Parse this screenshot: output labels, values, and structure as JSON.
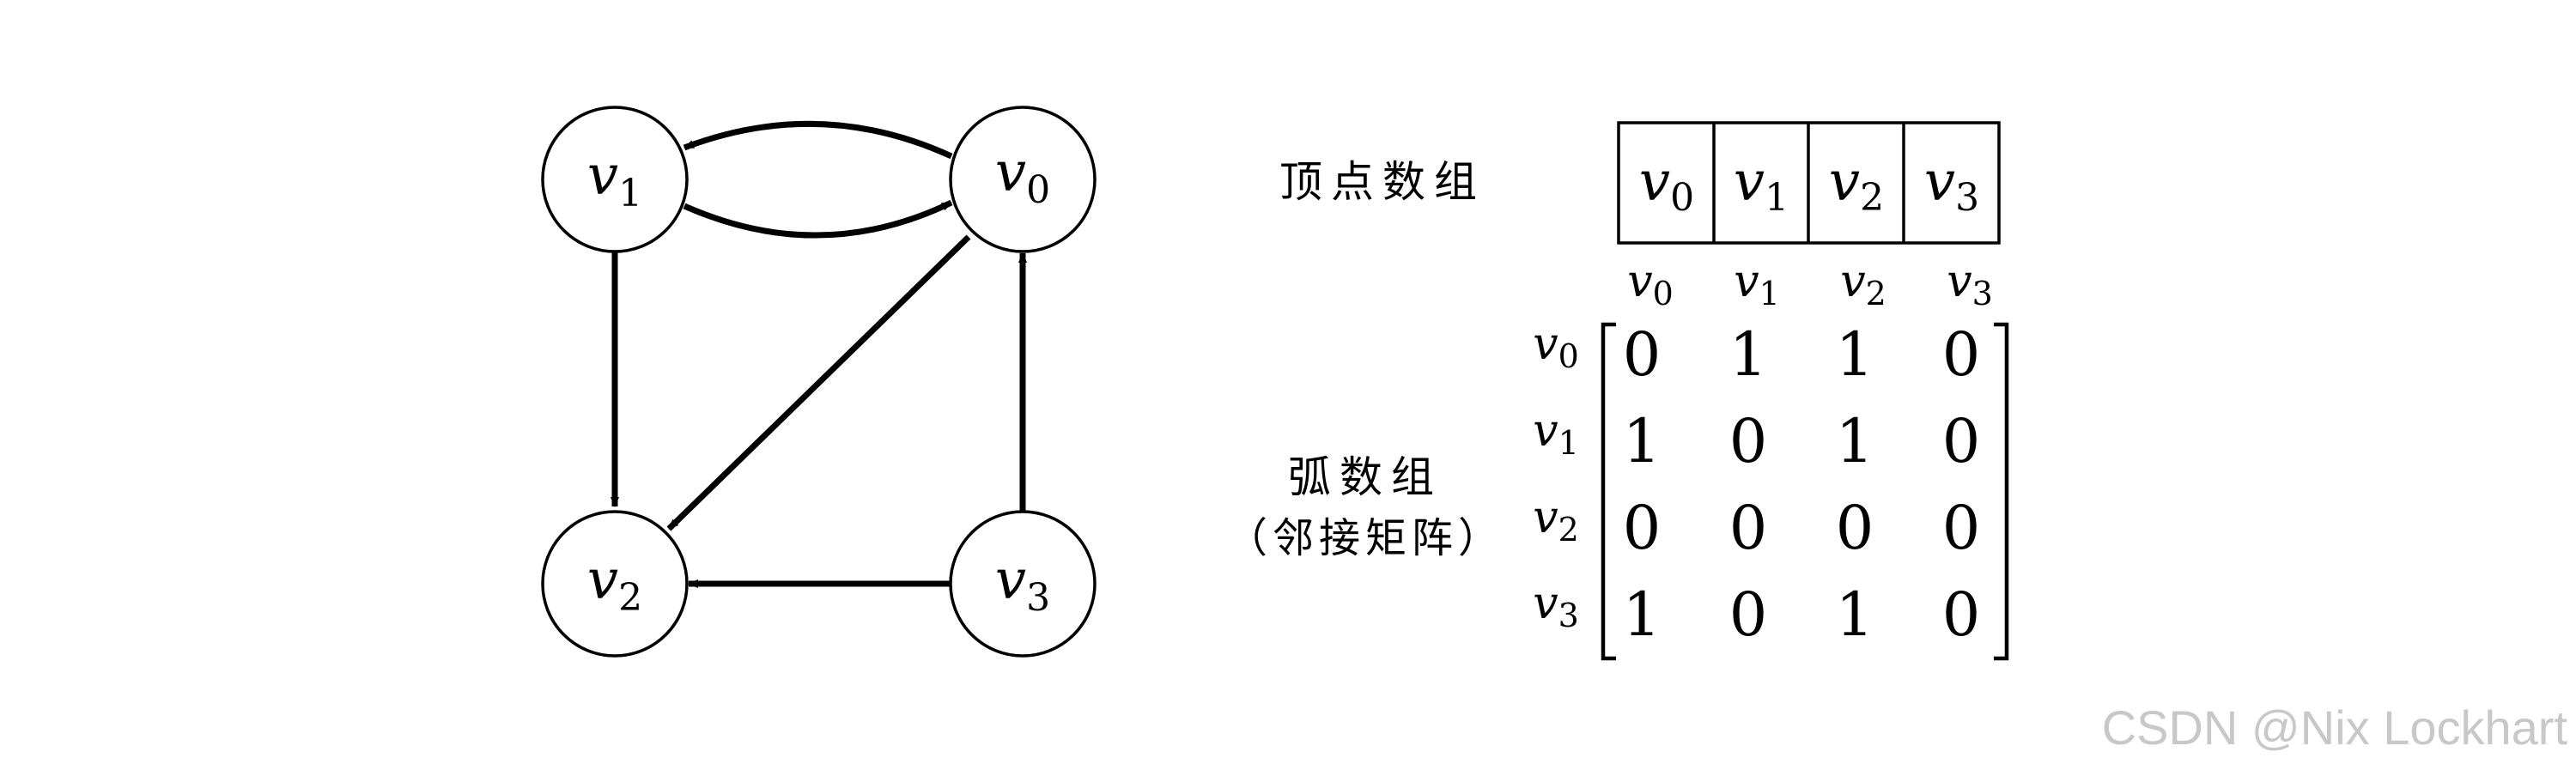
{
  "graph": {
    "vertices": [
      {
        "id": "v0",
        "base": "v",
        "sub": "0"
      },
      {
        "id": "v1",
        "base": "v",
        "sub": "1"
      },
      {
        "id": "v2",
        "base": "v",
        "sub": "2"
      },
      {
        "id": "v3",
        "base": "v",
        "sub": "3"
      }
    ],
    "edges": [
      {
        "from": "v0",
        "to": "v1"
      },
      {
        "from": "v0",
        "to": "v2"
      },
      {
        "from": "v1",
        "to": "v0"
      },
      {
        "from": "v1",
        "to": "v2"
      },
      {
        "from": "v3",
        "to": "v0"
      },
      {
        "from": "v3",
        "to": "v2"
      }
    ]
  },
  "vertex_array": {
    "label": "顶点数组",
    "cells": [
      {
        "base": "v",
        "sub": "0"
      },
      {
        "base": "v",
        "sub": "1"
      },
      {
        "base": "v",
        "sub": "2"
      },
      {
        "base": "v",
        "sub": "3"
      }
    ]
  },
  "arc_array": {
    "label_line1": "弧数组",
    "label_line2": "（邻接矩阵）",
    "col_headers": [
      {
        "base": "v",
        "sub": "0"
      },
      {
        "base": "v",
        "sub": "1"
      },
      {
        "base": "v",
        "sub": "2"
      },
      {
        "base": "v",
        "sub": "3"
      }
    ],
    "row_headers": [
      {
        "base": "v",
        "sub": "0"
      },
      {
        "base": "v",
        "sub": "1"
      },
      {
        "base": "v",
        "sub": "2"
      },
      {
        "base": "v",
        "sub": "3"
      }
    ],
    "matrix": [
      [
        0,
        1,
        1,
        0
      ],
      [
        1,
        0,
        1,
        0
      ],
      [
        0,
        0,
        0,
        0
      ],
      [
        1,
        0,
        1,
        0
      ]
    ]
  },
  "watermark": "CSDN @Nix Lockhart"
}
